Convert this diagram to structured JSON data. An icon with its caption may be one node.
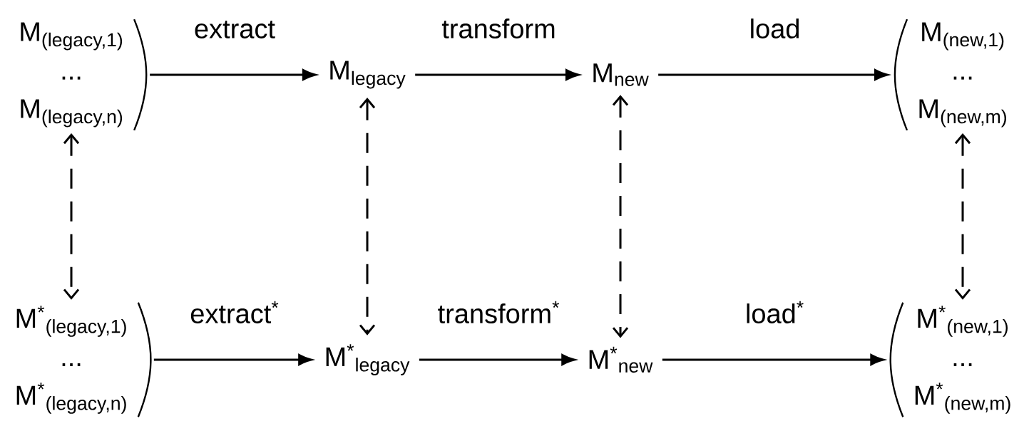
{
  "diagram": {
    "nodes": [
      {
        "text": [
          "M$_{(legacy,1)}$",
          "...",
          "M$_{(legacy,n)}$"
        ]
      },
      {
        "text": [
          "M$_{legacy}$"
        ]
      },
      {
        "text": [
          "M$_{new}$"
        ]
      },
      {
        "text": [
          "M$_{(new,1)}$",
          "...",
          "M$_{(new,m)}$"
        ]
      },
      {
        "text": [
          "M$^{*}$$_{(legacy,1)}$",
          "...",
          "M$^{*}$$_{(legacy,n)}$"
        ]
      },
      {
        "text": [
          "M$^{*}$$_{legacy}$"
        ]
      },
      {
        "text": [
          "M$^{*}$$_{new}$"
        ]
      },
      {
        "text": [
          "M$^{*}$$_{(new,1)}$",
          "...",
          "M$^{*}$$_{(new,m)}$"
        ]
      }
    ],
    "edges": [
      {
        "from": 0,
        "to": 1,
        "arrow": "to",
        "label": "extract"
      },
      {
        "from": 1,
        "to": 2,
        "arrow": "to",
        "label": "transform"
      },
      {
        "from": 2,
        "to": 3,
        "arrow": "to",
        "label": "load"
      },
      {
        "from": 4,
        "to": 5,
        "arrow": "to",
        "label": "extract$^{*}$"
      },
      {
        "from": 5,
        "to": 6,
        "arrow": "to",
        "label": "transform$^{*}$"
      },
      {
        "from": 6,
        "to": 7,
        "arrow": "to",
        "label": "load$^{*}$"
      },
      {
        "from": 0,
        "to": 4,
        "arrow": "both",
        "style": "dashed"
      },
      {
        "from": 1,
        "to": 5,
        "arrow": "both",
        "style": "dashed"
      },
      {
        "from": 2,
        "to": 6,
        "arrow": "both",
        "style": "dashed"
      },
      {
        "from": 3,
        "to": 7,
        "arrow": "both",
        "style": "dashed"
      }
    ]
  }
}
